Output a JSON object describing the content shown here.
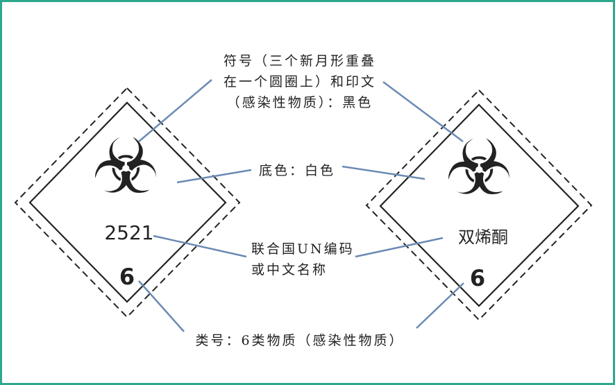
{
  "labels": {
    "symbol_line1": "符号（三个新月形重叠",
    "symbol_line2": "在一个圆圈上）和印文",
    "symbol_line3": "（感染性物质）：黑色",
    "background": "底色：白色",
    "un_line1": "联合国UN编码",
    "un_line2": "或中文名称",
    "class": "类号：6类物质（感染性物质）"
  },
  "left_label": {
    "un_number": "2521",
    "class_number": "6",
    "icon": "biohazard-icon"
  },
  "right_label": {
    "chinese_name": "双烯酮",
    "class_number": "6",
    "icon": "biohazard-icon"
  },
  "colors": {
    "frame": "#2ea88c",
    "leader_line": "#6a8ab3",
    "ink": "#222222"
  }
}
